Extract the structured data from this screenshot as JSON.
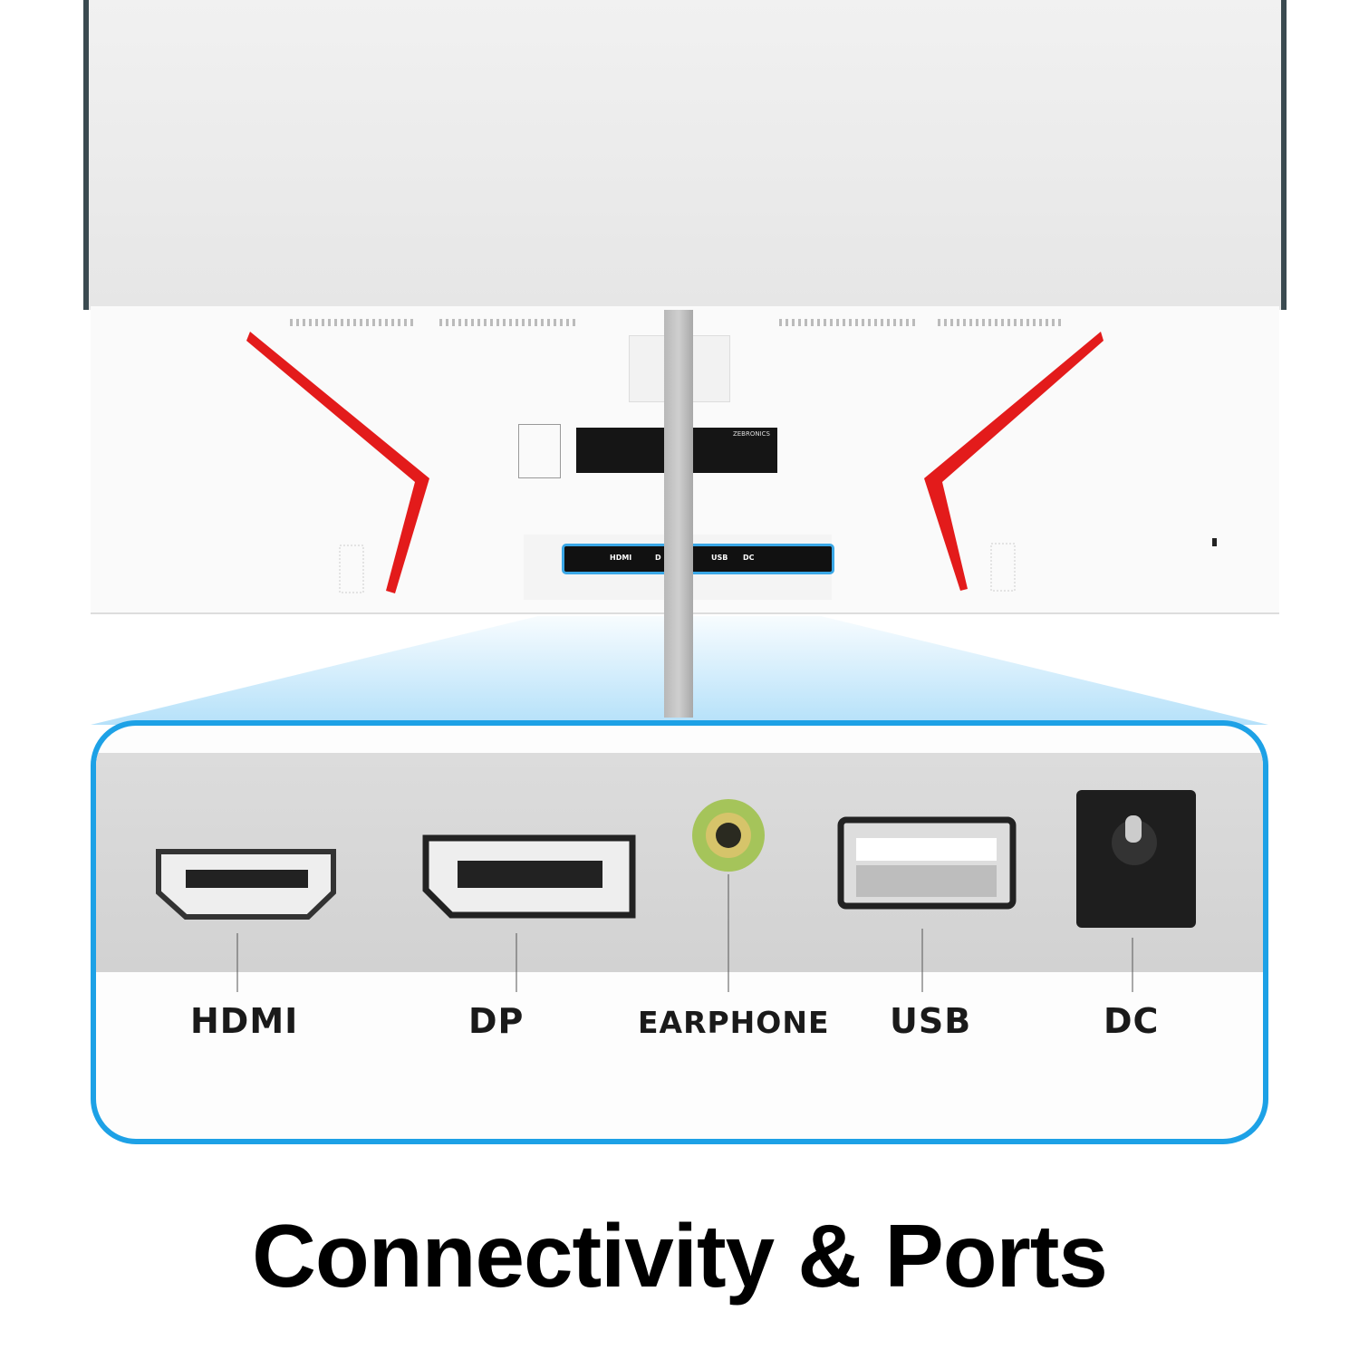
{
  "title": "Connectivity & Ports",
  "ports": [
    "HDMI",
    "DP",
    "EARPHONE",
    "USB",
    "DC"
  ],
  "rear_strip_labels": [
    "HDMI",
    "D",
    "USB",
    "DC"
  ],
  "brand_label": "ZEBRONICS",
  "colors": {
    "accent_blue": "#1da1e6",
    "red_stripe": "#e31b1b"
  }
}
